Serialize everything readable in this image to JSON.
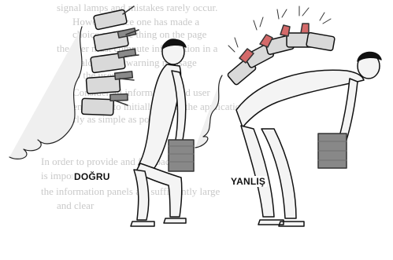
{
  "labels": {
    "correct": "DOĞRU",
    "wrong": "YANLIŞ"
  },
  "colors": {
    "ink": "#111111",
    "skin": "#f4f4f4",
    "vertebra_fill": "#d9d9d9",
    "disc_normal": "#8a8a8a",
    "disc_inflamed": "#d46a6a",
    "box": "#888888",
    "bleed_text": "#c9c9c9"
  },
  "background_text_lines": [
    "signal lamps and mistakes rarely occur.",
    "However, once one has made a",
    "choice a single thing on the page",
    "the user must compute information in a",
    "dialog, not a warning message",
    "to the user",
    "Consider all information and user",
    "systems used to initially detect the applications",
    "clearly as simple as possible",
    "In order to provide and feedback it",
    "is important that",
    "the information panels are sufficiently large",
    "and clear"
  ]
}
